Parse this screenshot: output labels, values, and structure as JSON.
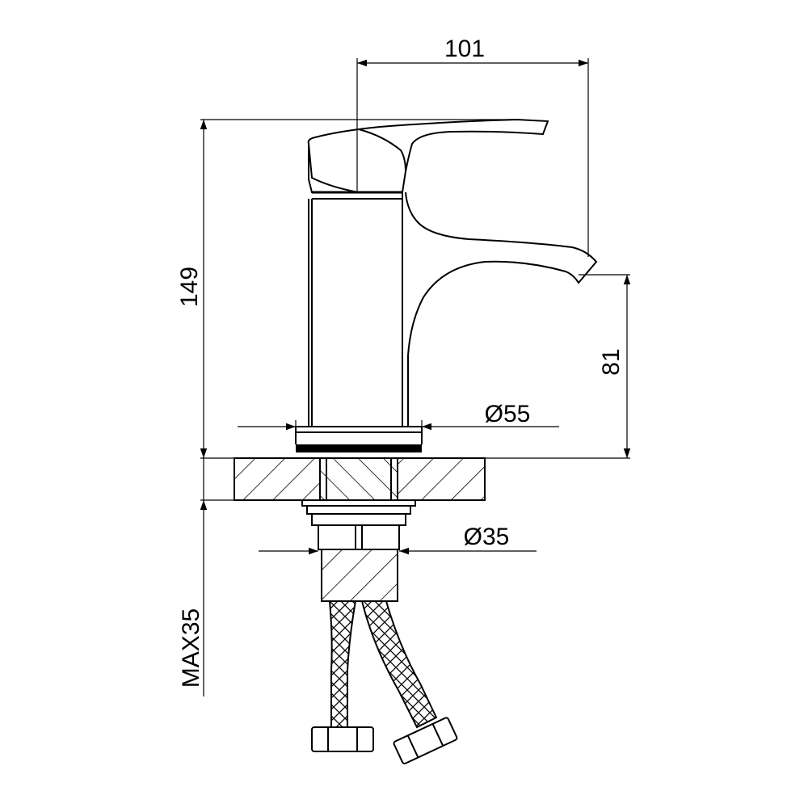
{
  "dimensions": {
    "width_top": "101",
    "height_total": "149",
    "spout_height": "81",
    "base_diameter": "Ø55",
    "shank_diameter": "Ø35",
    "max_deck": "MAX35"
  }
}
